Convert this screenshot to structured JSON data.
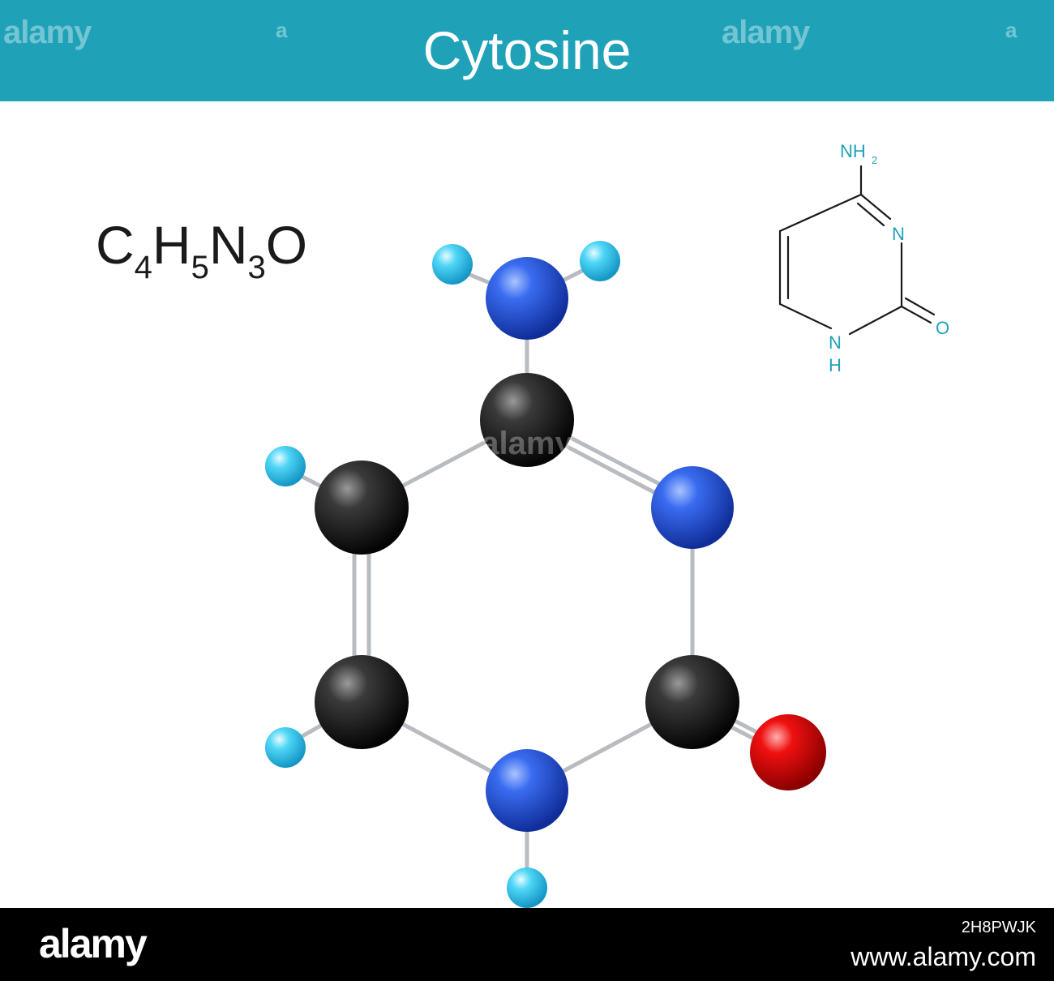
{
  "header": {
    "title": "Cytosine",
    "watermarks": [
      "alamy",
      "a",
      "alamy",
      "a"
    ]
  },
  "formula": {
    "parts": [
      "C",
      "4",
      "H",
      "5",
      "N",
      "3",
      "O"
    ]
  },
  "structural_formula": {
    "nh2_main": "NH",
    "nh2_sub": "2",
    "ring_n": "N",
    "oxygen": "O",
    "nh_n": "N",
    "nh_h": "H"
  },
  "model": {
    "center_watermark": "alamy",
    "atom_colors": {
      "carbon": "#222222",
      "nitrogen": "#1f55e0",
      "oxygen": "#e00000",
      "hydrogen": "#35cdf0",
      "bond": "#c0c4c8"
    }
  },
  "footer": {
    "logo": "alamy",
    "image_id": "2H8PWJK",
    "url": "www.alamy.com"
  },
  "colors": {
    "header_bg": "#1fa2b8",
    "structure_text": "#1fa2b8",
    "footer_bg": "#000000"
  }
}
